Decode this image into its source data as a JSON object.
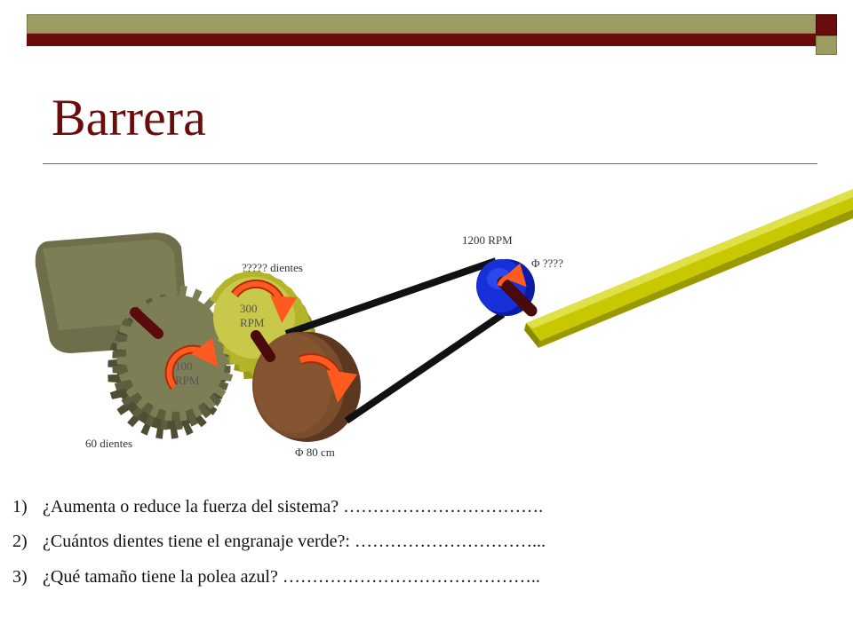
{
  "slide": {
    "title": "Barrera",
    "colors": {
      "olive": "#9c9c62",
      "dark_red": "#6b0c0c",
      "arm_yellow": "#c8c800"
    }
  },
  "diagram": {
    "labels": {
      "green_gear_teeth": "????? dientes",
      "green_gear_rpm": "300\nRPM",
      "olive_gear_rpm": "100\nRPM",
      "olive_gear_teeth": "60 dientes",
      "brown_pulley_diameter": "Φ  80 cm",
      "blue_pulley_rpm": "1200 RPM",
      "blue_pulley_diameter": "Φ  ????"
    }
  },
  "questions": [
    {
      "num": "1)",
      "text": "¿Aumenta o reduce la fuerza del sistema? ……………………………."
    },
    {
      "num": "2)",
      "text": "¿Cuántos dientes tiene el engranaje verde?: …………………………..."
    },
    {
      "num": "3)",
      "text": "¿Qué tamaño tiene la polea azul? …………………………………….."
    }
  ]
}
